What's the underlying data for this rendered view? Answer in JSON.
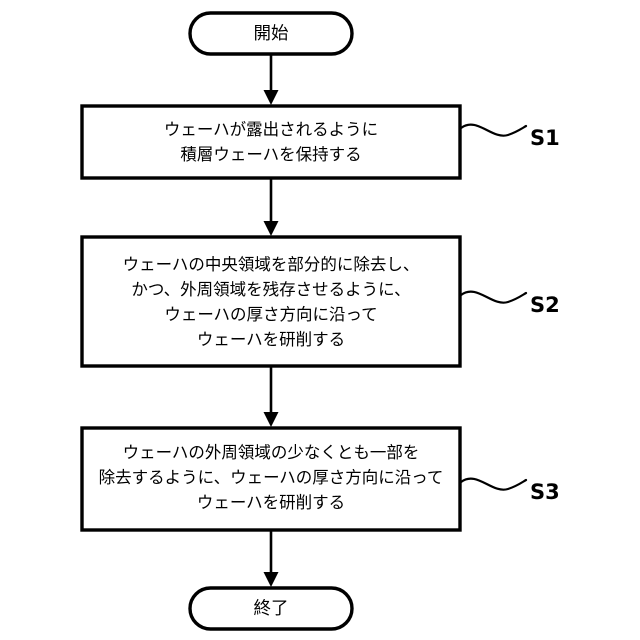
{
  "diagram": {
    "type": "flowchart",
    "orientation": "vertical",
    "background_color": "#ffffff",
    "line_color": "#000000",
    "nodes": {
      "start": {
        "shape": "terminator",
        "label": "開始"
      },
      "step1": {
        "shape": "process",
        "label": "ウェーハが露出されるように\n積層ウェーハを保持する",
        "step_id": "S1"
      },
      "step2": {
        "shape": "process",
        "label": "ウェーハの中央領域を部分的に除去し、\nかつ、外周領域を残存させるように、\nウェーハの厚さ方向に沿って\nウェーハを研削する",
        "step_id": "S2"
      },
      "step3": {
        "shape": "process",
        "label": "ウェーハの外周領域の少なくとも一部を\n除去するように、ウェーハの厚さ方向に沿って\nウェーハを研削する",
        "step_id": "S3"
      },
      "end": {
        "shape": "terminator",
        "label": "終了"
      }
    },
    "edges": [
      {
        "from": "start",
        "to": "step1",
        "arrow": "down"
      },
      {
        "from": "step1",
        "to": "step2",
        "arrow": "down"
      },
      {
        "from": "step2",
        "to": "step3",
        "arrow": "down"
      },
      {
        "from": "step3",
        "to": "end",
        "arrow": "down"
      }
    ]
  }
}
